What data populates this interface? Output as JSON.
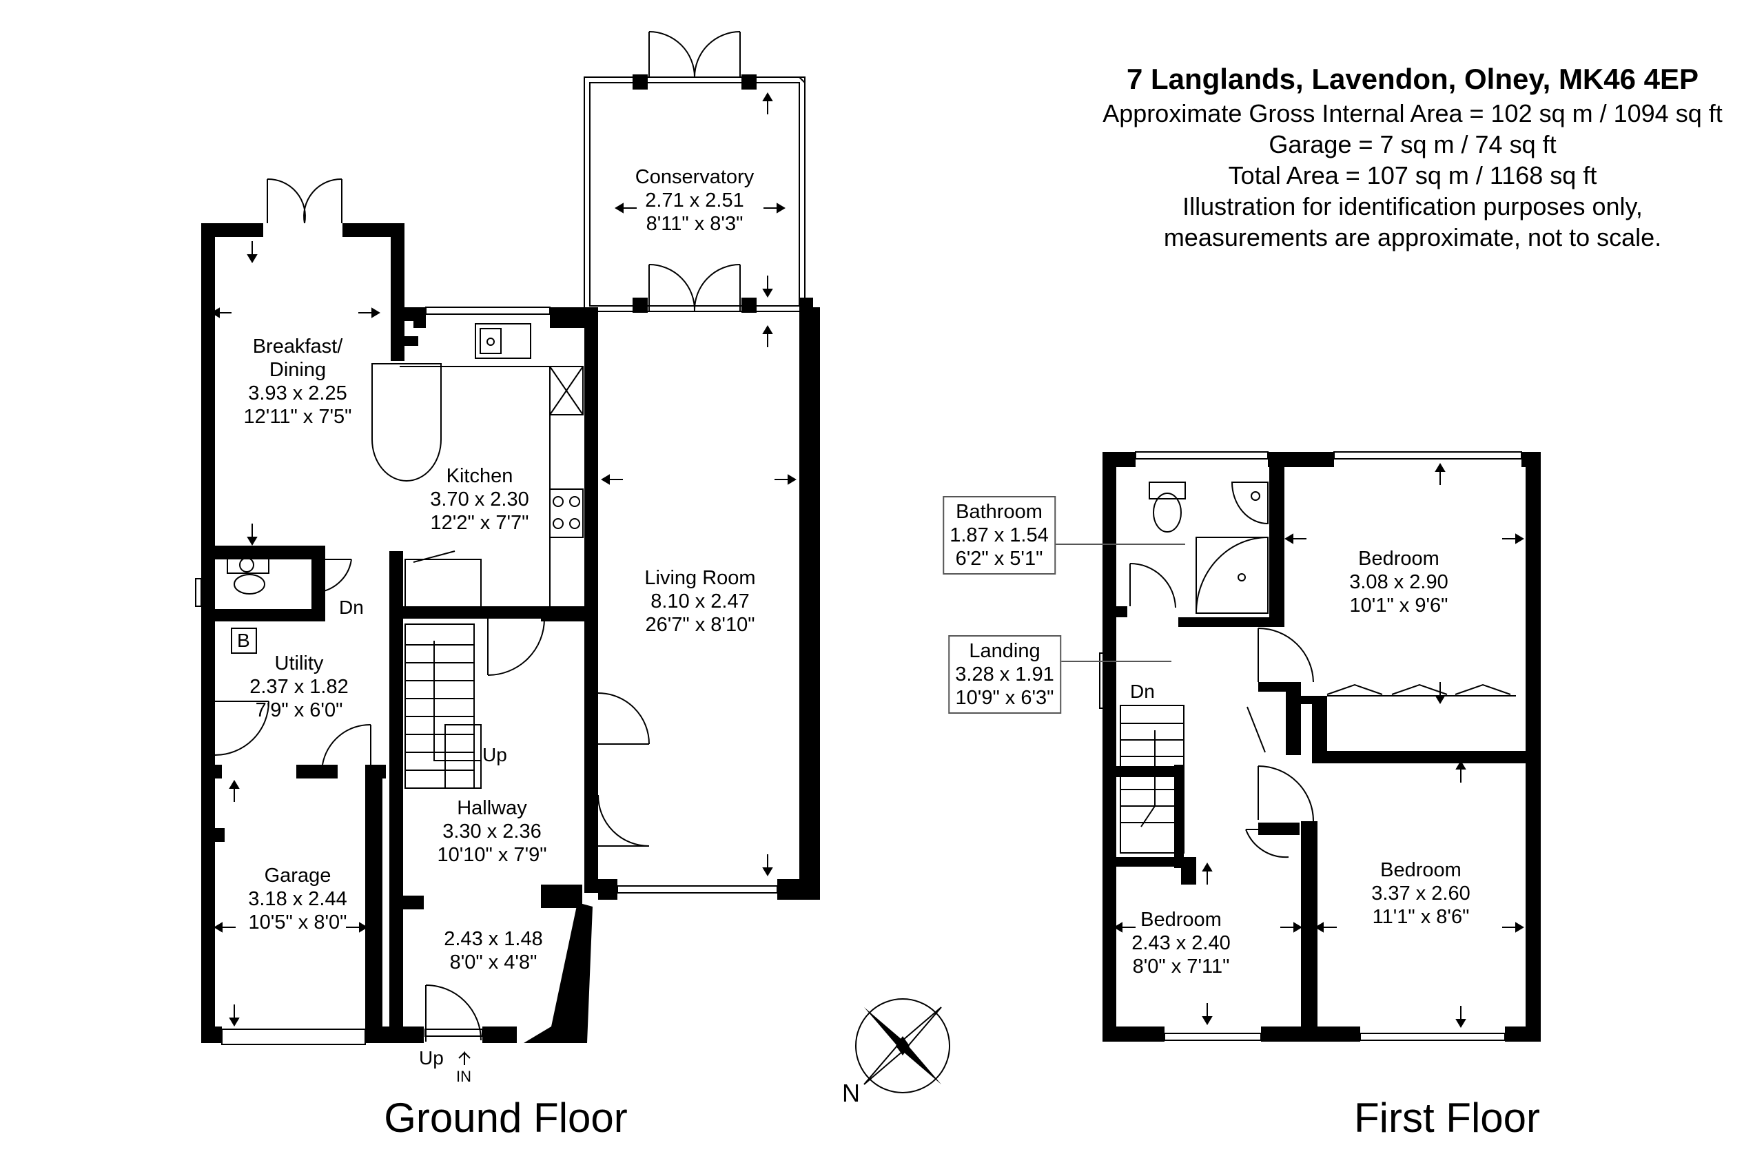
{
  "header": {
    "address": "7 Langlands, Lavendon, Olney, MK46 4EP",
    "gross_area": "Approximate Gross Internal Area = 102 sq m / 1094 sq ft",
    "garage_area": "Garage = 7 sq m / 74 sq ft",
    "total_area": "Total Area = 107 sq m / 1168 sq ft",
    "disclaimer_1": "Illustration for identification purposes only,",
    "disclaimer_2": "measurements are approximate, not to scale."
  },
  "ground_floor": {
    "title": "Ground Floor",
    "rooms": {
      "conservatory": {
        "name": "Conservatory",
        "metric": "2.71 x 2.51",
        "imperial": "8'11\" x 8'3\""
      },
      "breakfast": {
        "name_1": "Breakfast/",
        "name_2": "Dining",
        "metric": "3.93 x 2.25",
        "imperial": "12'11\" x 7'5\""
      },
      "kitchen": {
        "name": "Kitchen",
        "metric": "3.70 x 2.30",
        "imperial": "12'2\" x 7'7\""
      },
      "living": {
        "name": "Living Room",
        "metric": "8.10 x 2.47",
        "imperial": "26'7\" x 8'10\""
      },
      "utility": {
        "name": "Utility",
        "metric": "2.37 x 1.82",
        "imperial": "7'9\" x 6'0\""
      },
      "hallway": {
        "name": "Hallway",
        "metric": "3.30 x 2.36",
        "imperial": "10'10\" x 7'9\""
      },
      "garage": {
        "name": "Garage",
        "metric": "3.18 x 2.44",
        "imperial": "10'5\" x 8'0\""
      },
      "porch": {
        "metric": "2.43 x 1.48",
        "imperial": "8'0\" x 4'8\""
      }
    },
    "labels": {
      "boiler": "B",
      "down": "Dn",
      "up_stairs": "Up",
      "up_entrance": "Up",
      "entrance": "IN"
    }
  },
  "first_floor": {
    "title": "First Floor",
    "rooms": {
      "bathroom": {
        "name": "Bathroom",
        "metric": "1.87 x 1.54",
        "imperial": "6'2\" x 5'1\""
      },
      "landing": {
        "name": "Landing",
        "metric": "3.28 x 1.91",
        "imperial": "10'9\" x 6'3\""
      },
      "bedroom_1": {
        "name": "Bedroom",
        "metric": "3.08 x 2.90",
        "imperial": "10'1\" x 9'6\""
      },
      "bedroom_2": {
        "name": "Bedroom",
        "metric": "3.37 x 2.60",
        "imperial": "11'1\" x 8'6\""
      },
      "bedroom_3": {
        "name": "Bedroom",
        "metric": "2.43 x 2.40",
        "imperial": "8'0\" x 7'11\""
      }
    },
    "labels": {
      "down": "Dn"
    }
  },
  "compass": {
    "label": "N"
  }
}
